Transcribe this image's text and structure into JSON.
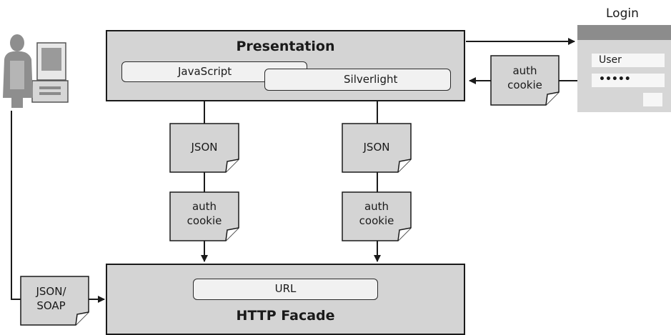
{
  "presentation": {
    "title": "Presentation",
    "javascript_label": "JavaScript",
    "silverlight_label": "Silverlight"
  },
  "facade": {
    "title": "HTTP Facade",
    "url_label": "URL"
  },
  "login": {
    "title": "Login",
    "user_field": "User",
    "password_field": "•••••"
  },
  "notes": {
    "login_auth_cookie": "auth\ncookie",
    "json_left": "JSON",
    "json_right": "JSON",
    "auth_left": "auth\ncookie",
    "auth_right": "auth\ncookie",
    "json_soap": "JSON/\nSOAP"
  }
}
